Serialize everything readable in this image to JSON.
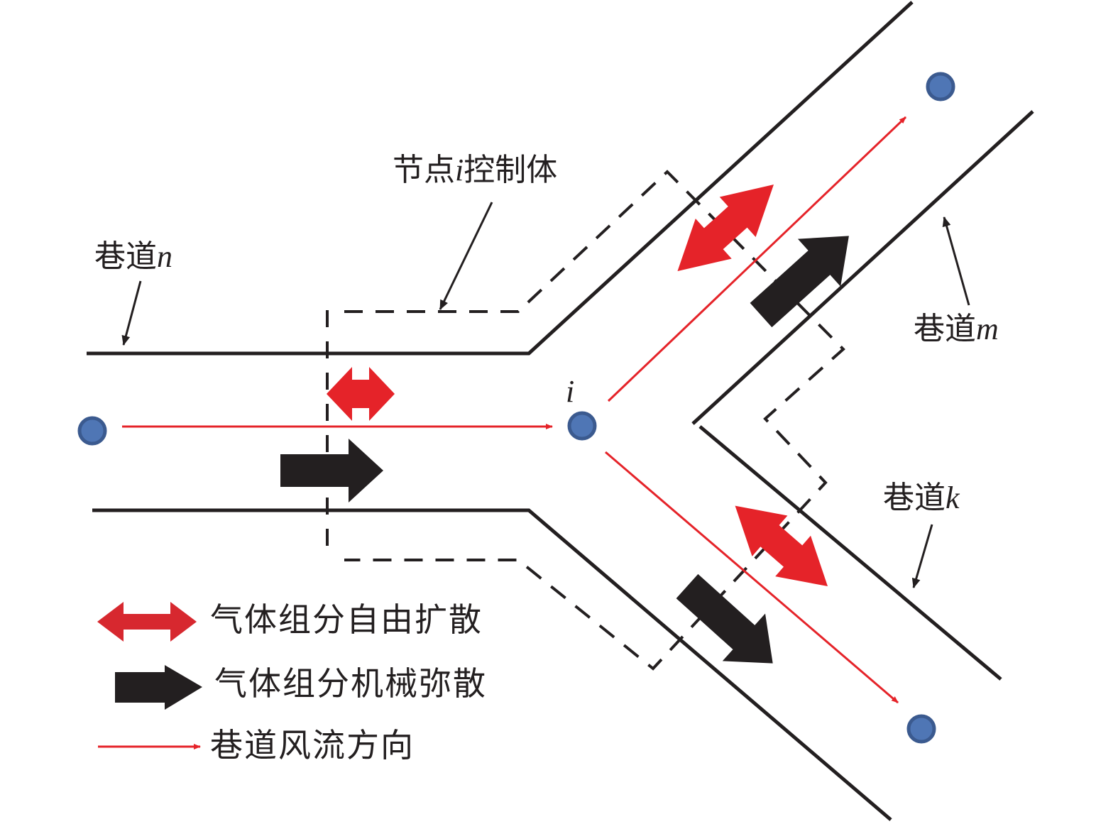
{
  "colors": {
    "wall": "#231f20",
    "flow_red": "#e52329",
    "diffusion_red": "#e52329",
    "dispersion_black": "#231f20",
    "node_fill": "#4f76b5",
    "node_stroke": "#3b5a8f",
    "background": "#ffffff"
  },
  "labels": {
    "control_volume": {
      "prefix": "节点",
      "var": "i",
      "suffix": "控制体"
    },
    "tunnel_n": {
      "prefix": "巷道",
      "var": "n"
    },
    "tunnel_m": {
      "prefix": "巷道",
      "var": "m"
    },
    "tunnel_k": {
      "prefix": "巷道",
      "var": "k"
    },
    "node_i": "i"
  },
  "nodes": [
    {
      "name": "node-left",
      "label": ""
    },
    {
      "name": "node-i",
      "label": "i"
    },
    {
      "name": "node-upper-right",
      "label": ""
    },
    {
      "name": "node-lower-right",
      "label": ""
    }
  ],
  "legend": [
    {
      "icon": "double-headed-red-arrow-icon",
      "text": "气体组分自由扩散"
    },
    {
      "icon": "black-block-arrow-icon",
      "text": "气体组分机械弥散"
    },
    {
      "icon": "thin-red-arrow-icon",
      "text": "巷道风流方向"
    }
  ]
}
